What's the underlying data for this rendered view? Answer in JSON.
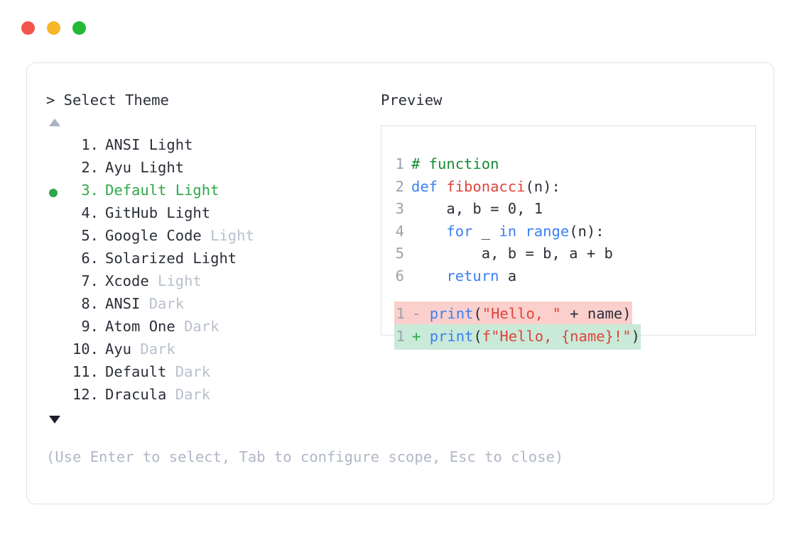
{
  "window": {
    "traffic_lights": [
      {
        "name": "close",
        "color": "#f4544c"
      },
      {
        "name": "minimize",
        "color": "#f5b728"
      },
      {
        "name": "maximize",
        "color": "#22ba34"
      }
    ]
  },
  "prompt": {
    "title": "> Select Theme",
    "scroll_up": "▲",
    "scroll_down": "▼"
  },
  "preview": {
    "title": "Preview"
  },
  "themes": [
    {
      "index": "1.",
      "name": "ANSI Light",
      "suffix": "",
      "selected": false
    },
    {
      "index": "2.",
      "name": "Ayu Light",
      "suffix": "",
      "selected": false
    },
    {
      "index": "3.",
      "name": "Default Light",
      "suffix": "",
      "selected": true
    },
    {
      "index": "4.",
      "name": "GitHub Light",
      "suffix": "",
      "selected": false
    },
    {
      "index": "5.",
      "name": "Google Code",
      "suffix": " Light",
      "selected": false
    },
    {
      "index": "6.",
      "name": "Solarized Light",
      "suffix": "",
      "selected": false
    },
    {
      "index": "7.",
      "name": "Xcode",
      "suffix": " Light",
      "selected": false
    },
    {
      "index": "8.",
      "name": "ANSI",
      "suffix": " Dark",
      "selected": false
    },
    {
      "index": "9.",
      "name": "Atom One",
      "suffix": " Dark",
      "selected": false
    },
    {
      "index": "10.",
      "name": "Ayu",
      "suffix": " Dark",
      "selected": false
    },
    {
      "index": "11.",
      "name": "Default",
      "suffix": " Dark",
      "selected": false
    },
    {
      "index": "12.",
      "name": "Dracula",
      "suffix": " Dark",
      "selected": false
    }
  ],
  "code": {
    "lines": [
      {
        "num": "1",
        "tokens": [
          {
            "t": "# function",
            "c": "tok-comment"
          }
        ]
      },
      {
        "num": "2",
        "tokens": [
          {
            "t": "def ",
            "c": "tok-kw"
          },
          {
            "t": "fibonacci",
            "c": "tok-fn"
          },
          {
            "t": "(n):",
            "c": "tok-plain"
          }
        ]
      },
      {
        "num": "3",
        "tokens": [
          {
            "t": "    a, b = 0, 1",
            "c": "tok-plain"
          }
        ]
      },
      {
        "num": "4",
        "tokens": [
          {
            "t": "    ",
            "c": "tok-plain"
          },
          {
            "t": "for",
            "c": "tok-kw"
          },
          {
            "t": " _ ",
            "c": "tok-plain"
          },
          {
            "t": "in",
            "c": "tok-kw"
          },
          {
            "t": " ",
            "c": "tok-plain"
          },
          {
            "t": "range",
            "c": "tok-builtin"
          },
          {
            "t": "(n):",
            "c": "tok-plain"
          }
        ]
      },
      {
        "num": "5",
        "tokens": [
          {
            "t": "        a, b = b, a + b",
            "c": "tok-plain"
          }
        ]
      },
      {
        "num": "6",
        "tokens": [
          {
            "t": "    ",
            "c": "tok-plain"
          },
          {
            "t": "return",
            "c": "tok-kw"
          },
          {
            "t": " a",
            "c": "tok-plain"
          }
        ]
      }
    ],
    "diff": [
      {
        "num": "1",
        "sign": "-",
        "kind": "del",
        "tokens": [
          {
            "t": "print",
            "c": "tok-builtin"
          },
          {
            "t": "(",
            "c": "tok-plain"
          },
          {
            "t": "\"Hello, \"",
            "c": "tok-str"
          },
          {
            "t": " + name)",
            "c": "tok-plain"
          }
        ]
      },
      {
        "num": "1",
        "sign": "+",
        "kind": "add",
        "tokens": [
          {
            "t": "print",
            "c": "tok-builtin"
          },
          {
            "t": "(",
            "c": "tok-plain"
          },
          {
            "t": "f\"Hello, {name}!\"",
            "c": "tok-str"
          },
          {
            "t": ")",
            "c": "tok-plain"
          }
        ]
      }
    ]
  },
  "hint": "(Use Enter to select, Tab to configure scope, Esc to close)",
  "colors": {
    "accent_green": "#2fa84a",
    "muted": "#b9c0cd",
    "border": "#dfe2e9",
    "diff_del_bg": "#fbcfcc",
    "diff_add_bg": "#c9ead8",
    "keyword": "#3b7ff5",
    "string": "#e0443c",
    "comment": "#1a8a36"
  }
}
